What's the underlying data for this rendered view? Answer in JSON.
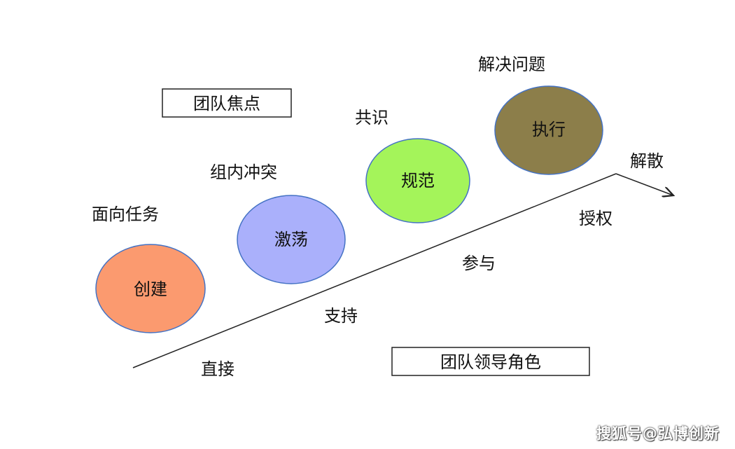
{
  "boxes": {
    "focus": "团队焦点",
    "leader_role": "团队领导角色"
  },
  "stages": [
    {
      "focus": "面向任务",
      "name": "创建",
      "color": "#fb9a6f"
    },
    {
      "focus": "组内冲突",
      "name": "激荡",
      "color": "#aab0fb"
    },
    {
      "focus": "共识",
      "name": "规范",
      "color": "#a4f45a"
    },
    {
      "focus": "解决问题",
      "name": "执行",
      "color": "#8c7e4a"
    }
  ],
  "leadership_styles": [
    "直接",
    "支持",
    "参与",
    "授权"
  ],
  "end_label": "解散",
  "watermark": "搜狐号@弘博创新"
}
